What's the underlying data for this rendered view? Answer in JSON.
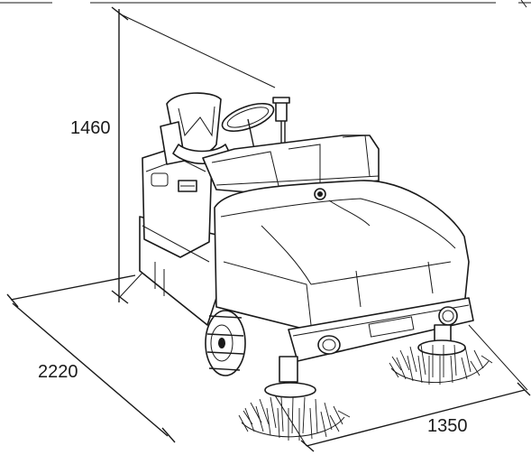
{
  "dimensions": {
    "height": "1460",
    "length": "2220",
    "width": "1350"
  }
}
